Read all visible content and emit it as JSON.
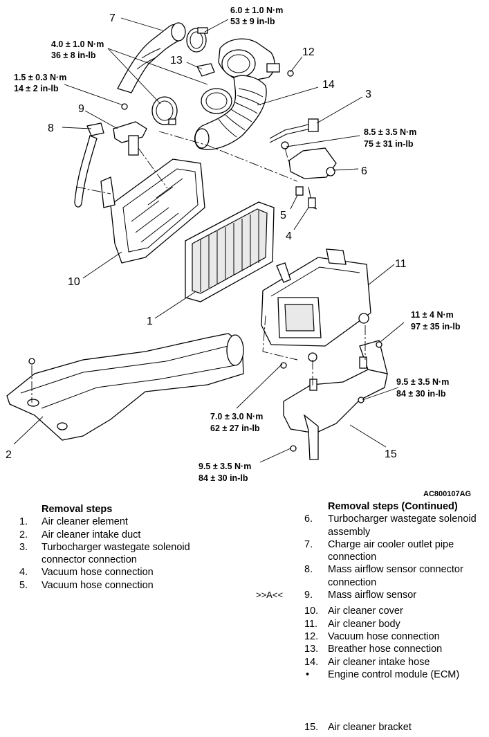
{
  "figure": {
    "id": "AC800107AG",
    "callouts": [
      "1",
      "2",
      "3",
      "4",
      "5",
      "6",
      "7",
      "8",
      "9",
      "10",
      "11",
      "12",
      "13",
      "14",
      "15"
    ],
    "torques": [
      {
        "nm": "6.0 ± 1.0 N·m",
        "inlb": "53 ± 9 in-lb"
      },
      {
        "nm": "4.0 ± 1.0 N·m",
        "inlb": "36 ± 8 in-lb"
      },
      {
        "nm": "1.5 ± 0.3 N·m",
        "inlb": "14 ± 2 in-lb"
      },
      {
        "nm": "8.5 ± 3.5 N·m",
        "inlb": "75 ± 31 in-lb"
      },
      {
        "nm": "11 ± 4 N·m",
        "inlb": "97 ± 35 in-lb"
      },
      {
        "nm": "9.5 ± 3.5 N·m",
        "inlb": "84 ± 30 in-lb"
      },
      {
        "nm": "7.0 ± 3.0 N·m",
        "inlb": "62 ± 27 in-lb"
      },
      {
        "nm": "9.5 ± 3.5 N·m",
        "inlb": "84 ± 30 in-lb"
      }
    ]
  },
  "removal_left": {
    "title": "Removal steps",
    "steps": [
      {
        "num": "1.",
        "text": "Air cleaner element"
      },
      {
        "num": "2.",
        "text": "Air cleaner intake duct"
      },
      {
        "num": "3.",
        "text": "Turbocharger wastegate solenoid",
        "text2": "connector connection"
      },
      {
        "num": "4.",
        "text": "Vacuum hose connection"
      },
      {
        "num": "5.",
        "text": "Vacuum hose connection"
      }
    ]
  },
  "removal_right": {
    "title": "Removal steps (Continued)",
    "steps": [
      {
        "num": "6.",
        "text": "Turbocharger wastegate solenoid",
        "text2": "assembly"
      },
      {
        "num": "7.",
        "text": "Charge air cooler outlet pipe",
        "text2": "connection"
      },
      {
        "num": "8.",
        "text": "Mass airflow sensor connector",
        "text2": "connection"
      },
      {
        "num": "9.",
        "text": "Mass airflow sensor",
        "marker": ">>A<<"
      },
      {
        "num": "10.",
        "text": "Air cleaner cover"
      },
      {
        "num": "11.",
        "text": "Air cleaner body"
      },
      {
        "num": "12.",
        "text": "Vacuum hose connection"
      },
      {
        "num": "13.",
        "text": "Breather hose connection"
      },
      {
        "num": "14.",
        "text": "Air cleaner intake hose"
      },
      {
        "num": "•",
        "text": "Engine control module (ECM)"
      },
      {
        "num": "15.",
        "text": "Air cleaner bracket"
      }
    ]
  }
}
